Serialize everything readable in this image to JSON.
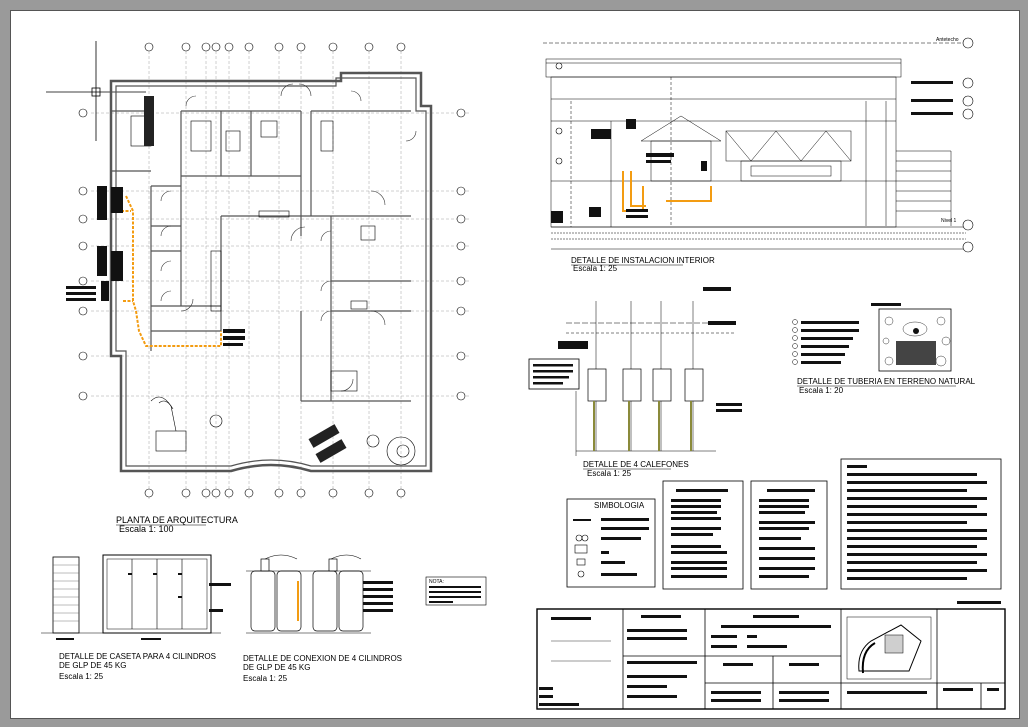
{
  "drawings": {
    "plan": {
      "title": "PLANTA DE ARQUITECTURA",
      "scale": "Escala 1: 100"
    },
    "interior": {
      "title": "DETALLE DE INSTALACION INTERIOR",
      "scale": "Escala 1: 25"
    },
    "heaters": {
      "title": "DETALLE DE 4 CALEFONES",
      "scale": "Escala 1: 25"
    },
    "pipe": {
      "title": "DETALLE DE TUBERIA EN TERRENO NATURAL",
      "scale": "Escala 1: 20"
    },
    "booth": {
      "title_line1": "DETALLE DE CASETA PARA 4 CILINDROS",
      "title_line2": "DE GLP DE 45 KG",
      "scale": "Escala 1: 25"
    },
    "connection": {
      "title_line1": "DETALLE DE CONEXION DE 4 CILINDROS",
      "title_line2": "DE GLP DE 45 KG",
      "scale": "Escala 1: 25"
    }
  },
  "symbology": {
    "title": "SIMBOLOGIA"
  },
  "elevation_marks": {
    "top": "Antetecho",
    "mid": "Nivel 1"
  },
  "note": {
    "title": "NOTA:"
  },
  "colors": {
    "gas_pipe": "#f39c12",
    "ink": "#000000",
    "wall": "#555555",
    "sheet_bg": "#ffffff",
    "frame": "#9a9a9a"
  }
}
